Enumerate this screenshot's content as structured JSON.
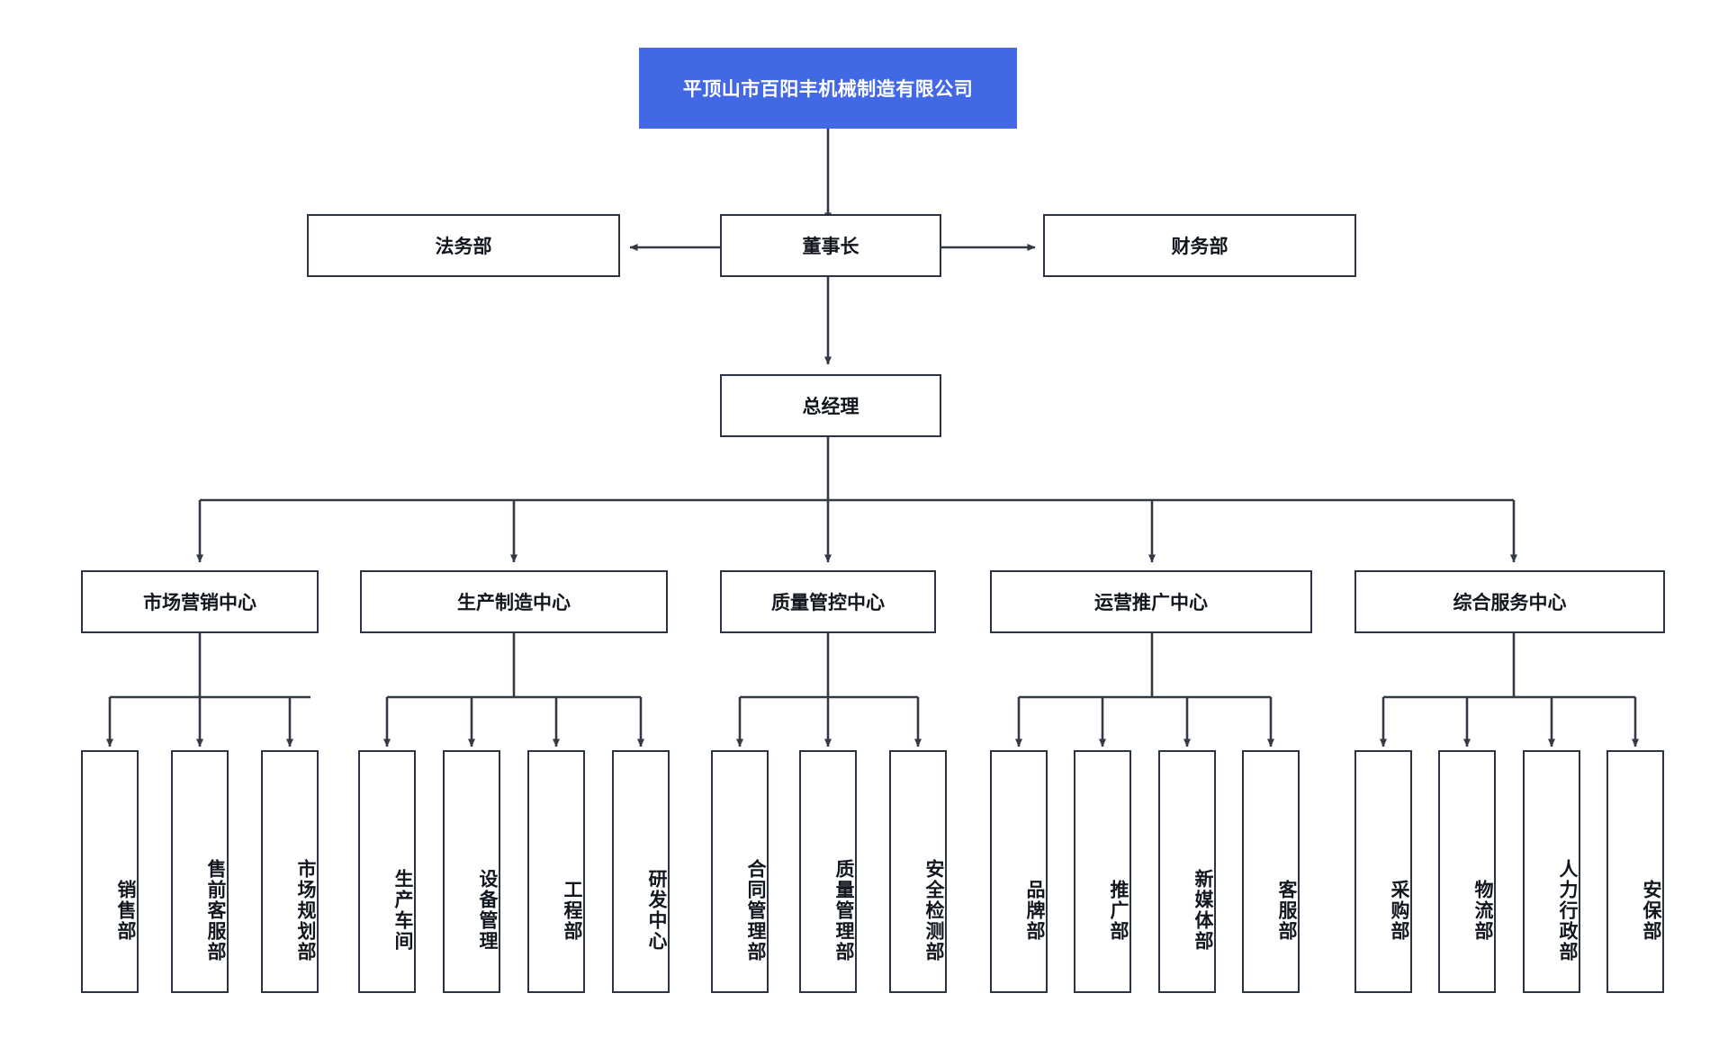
{
  "chart_data": {
    "type": "diagram",
    "diagram_kind": "organizational-chart",
    "title": "平顶山市百阳丰机械制造有限公司",
    "orientation": "top-down",
    "colors": {
      "root_fill": "#4368e6",
      "root_text": "#ffffff",
      "node_border": "#2b3445",
      "node_fill": "#ffffff",
      "node_text": "#11161f",
      "connector": "#333a45",
      "background": "#ffffff"
    },
    "levels": [
      {
        "level": 0,
        "labels": [
          "平顶山市百阳丰机械制造有限公司"
        ]
      },
      {
        "level": 1,
        "labels": [
          "法务部",
          "董事长",
          "财务部"
        ]
      },
      {
        "level": 2,
        "labels": [
          "总经理"
        ]
      },
      {
        "level": 3,
        "labels": [
          "市场营销中心",
          "生产制造中心",
          "质量管控中心",
          "运营推广中心",
          "综合服务中心"
        ]
      },
      {
        "level": 4,
        "labels": [
          "销售部",
          "售前客服部",
          "市场规划部",
          "生产车间",
          "设备管理",
          "工程部",
          "研发中心",
          "合同管理部",
          "质量管理部",
          "安全检测部",
          "品牌部",
          "推广部",
          "新媒体部",
          "客服部",
          "采购部",
          "物流部",
          "人力行政部",
          "安保部"
        ]
      }
    ],
    "edges": [
      {
        "from": "平顶山市百阳丰机械制造有限公司",
        "to": "董事长"
      },
      {
        "from": "董事长",
        "to": "法务部"
      },
      {
        "from": "董事长",
        "to": "财务部"
      },
      {
        "from": "董事长",
        "to": "总经理"
      },
      {
        "from": "总经理",
        "to": "市场营销中心"
      },
      {
        "from": "总经理",
        "to": "生产制造中心"
      },
      {
        "from": "总经理",
        "to": "质量管控中心"
      },
      {
        "from": "总经理",
        "to": "运营推广中心"
      },
      {
        "from": "总经理",
        "to": "综合服务中心"
      },
      {
        "from": "市场营销中心",
        "to": "销售部"
      },
      {
        "from": "市场营销中心",
        "to": "售前客服部"
      },
      {
        "from": "市场营销中心",
        "to": "市场规划部"
      },
      {
        "from": "生产制造中心",
        "to": "生产车间"
      },
      {
        "from": "生产制造中心",
        "to": "设备管理"
      },
      {
        "from": "生产制造中心",
        "to": "工程部"
      },
      {
        "from": "生产制造中心",
        "to": "研发中心"
      },
      {
        "from": "质量管控中心",
        "to": "合同管理部"
      },
      {
        "from": "质量管控中心",
        "to": "质量管理部"
      },
      {
        "from": "质量管控中心",
        "to": "安全检测部"
      },
      {
        "from": "运营推广中心",
        "to": "品牌部"
      },
      {
        "from": "运营推广中心",
        "to": "推广部"
      },
      {
        "from": "运营推广中心",
        "to": "新媒体部"
      },
      {
        "from": "运营推广中心",
        "to": "客服部"
      },
      {
        "from": "综合服务中心",
        "to": "采购部"
      },
      {
        "from": "综合服务中心",
        "to": "物流部"
      },
      {
        "from": "综合服务中心",
        "to": "人力行政部"
      },
      {
        "from": "综合服务中心",
        "to": "安保部"
      }
    ]
  },
  "root": {
    "label": "平顶山市百阳丰机械制造有限公司"
  },
  "executive": {
    "chairman": "董事长",
    "legal": "法务部",
    "finance": "财务部",
    "general_manager": "总经理"
  },
  "centers": [
    {
      "label": "市场营销中心",
      "departments": [
        {
          "label": "销售部"
        },
        {
          "label": "售前客服部"
        },
        {
          "label": "市场规划部"
        }
      ]
    },
    {
      "label": "生产制造中心",
      "departments": [
        {
          "label": "生产车间"
        },
        {
          "label": "设备管理"
        },
        {
          "label": "工程部"
        },
        {
          "label": "研发中心"
        }
      ]
    },
    {
      "label": "质量管控中心",
      "departments": [
        {
          "label": "合同管理部"
        },
        {
          "label": "质量管理部"
        },
        {
          "label": "安全检测部"
        }
      ]
    },
    {
      "label": "运营推广中心",
      "departments": [
        {
          "label": "品牌部"
        },
        {
          "label": "推广部"
        },
        {
          "label": "新媒体部"
        },
        {
          "label": "客服部"
        }
      ]
    },
    {
      "label": "综合服务中心",
      "departments": [
        {
          "label": "采购部"
        },
        {
          "label": "物流部"
        },
        {
          "label": "人力行政部"
        },
        {
          "label": "安保部"
        }
      ]
    }
  ]
}
